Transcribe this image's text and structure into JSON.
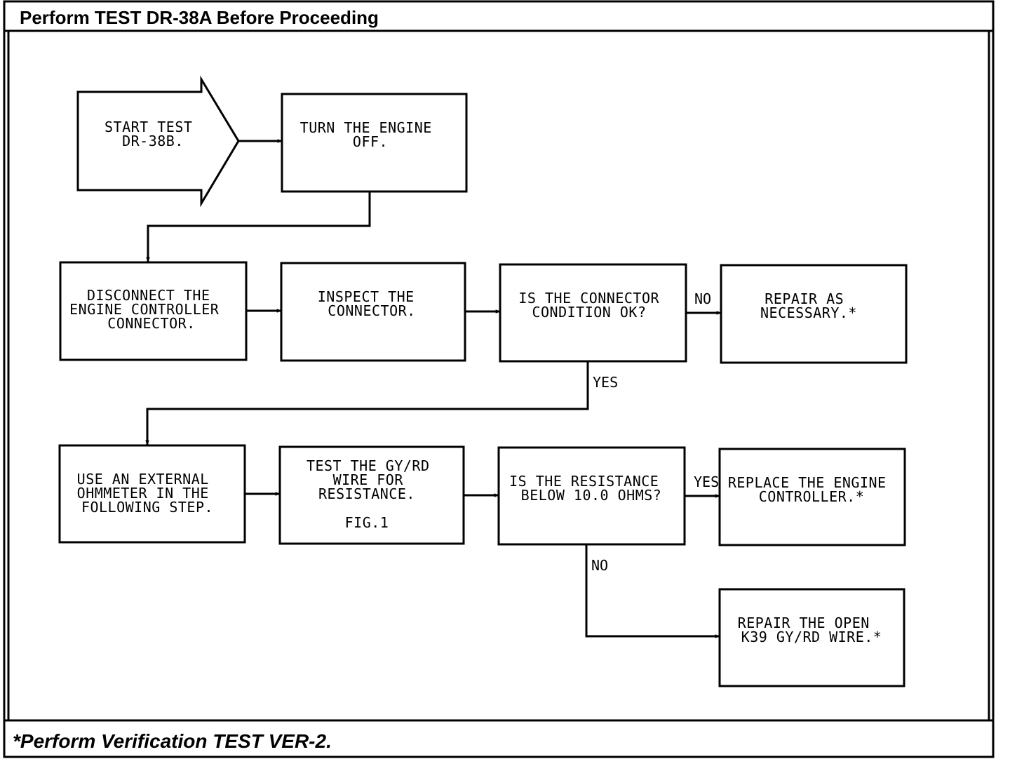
{
  "header": {
    "title": "Perform TEST DR-38A Before Proceeding"
  },
  "footer": {
    "note": "*Perform Verification TEST VER-2."
  },
  "flowchart": {
    "start": {
      "lines": [
        "START TEST",
        "DR-38B."
      ]
    },
    "steps": {
      "turn_off": {
        "lines": [
          "TURN THE ENGINE",
          "OFF."
        ]
      },
      "disconnect": {
        "lines": [
          "DISCONNECT THE",
          "ENGINE CONTROLLER",
          "CONNECTOR."
        ]
      },
      "inspect": {
        "lines": [
          "INSPECT THE",
          "CONNECTOR."
        ]
      },
      "connector_ok": {
        "lines": [
          "IS THE CONNECTOR",
          "CONDITION OK?"
        ]
      },
      "repair_as_necessary": {
        "lines": [
          "REPAIR AS",
          "NECESSARY.*"
        ]
      },
      "use_ohmmeter": {
        "lines": [
          "USE AN EXTERNAL",
          "OHMMETER IN THE",
          "FOLLOWING STEP."
        ]
      },
      "test_wire": {
        "lines": [
          "TEST THE GY/RD",
          "WIRE FOR",
          "RESISTANCE."
        ],
        "figure": "FIG.1"
      },
      "resistance_check": {
        "lines": [
          "IS THE RESISTANCE",
          "BELOW 10.0 OHMS?"
        ]
      },
      "replace_controller": {
        "lines": [
          "REPLACE THE ENGINE",
          "CONTROLLER.*"
        ]
      },
      "repair_open_wire": {
        "lines": [
          "REPAIR THE OPEN",
          "K39 GY/RD WIRE.*"
        ]
      }
    },
    "branches": {
      "connector_no": "NO",
      "connector_yes": "YES",
      "resistance_yes": "YES",
      "resistance_no": "NO"
    }
  }
}
